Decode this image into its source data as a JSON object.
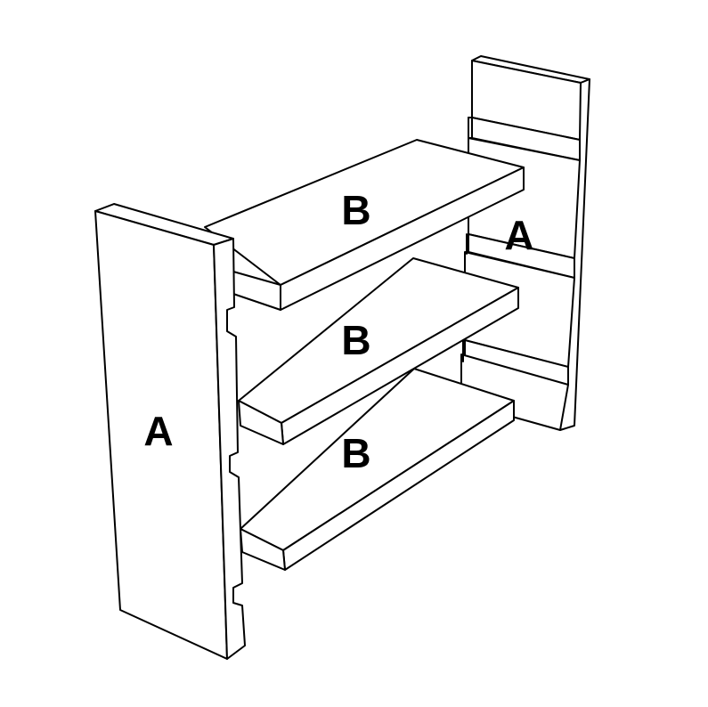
{
  "labels": {
    "panel_back": "A",
    "panel_front": "A",
    "shelf_top": "B",
    "shelf_middle": "B",
    "shelf_bottom": "B"
  }
}
